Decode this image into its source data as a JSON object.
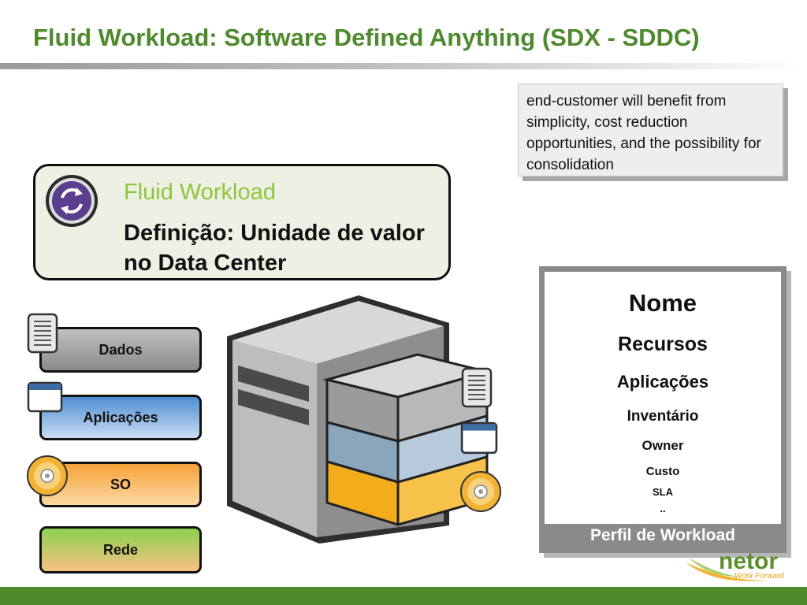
{
  "slide": {
    "title": "Fluid Workload: Software Defined Anything (SDX - SDDC)"
  },
  "note": {
    "text": "end-customer will benefit from simplicity, cost reduction opportunities, and the possibility for consolidation"
  },
  "workload_card": {
    "title": "Fluid Workload",
    "definition": "Definição: Unidade de valor no Data Center",
    "icon": "refresh-cycle-icon"
  },
  "layers": [
    {
      "label": "Dados",
      "icon": "document-icon"
    },
    {
      "label": "Aplicações",
      "icon": "app-window-icon"
    },
    {
      "label": "SO",
      "icon": "disc-icon"
    },
    {
      "label": "Rede",
      "icon": ""
    }
  ],
  "profile": {
    "items": [
      "Nome",
      "Recursos",
      "Aplicações",
      "Inventário",
      "Owner",
      "Custo",
      "SLA",
      ".."
    ],
    "footer": "Perfil de Workload"
  },
  "logo": {
    "text": "netor",
    "tagline": "Work Forward"
  },
  "colors": {
    "title_green": "#4e8a2d",
    "accent_green": "#8cc63e",
    "bottom_bar": "#4f8a2c",
    "icon_purple": "#5b3f8f"
  }
}
